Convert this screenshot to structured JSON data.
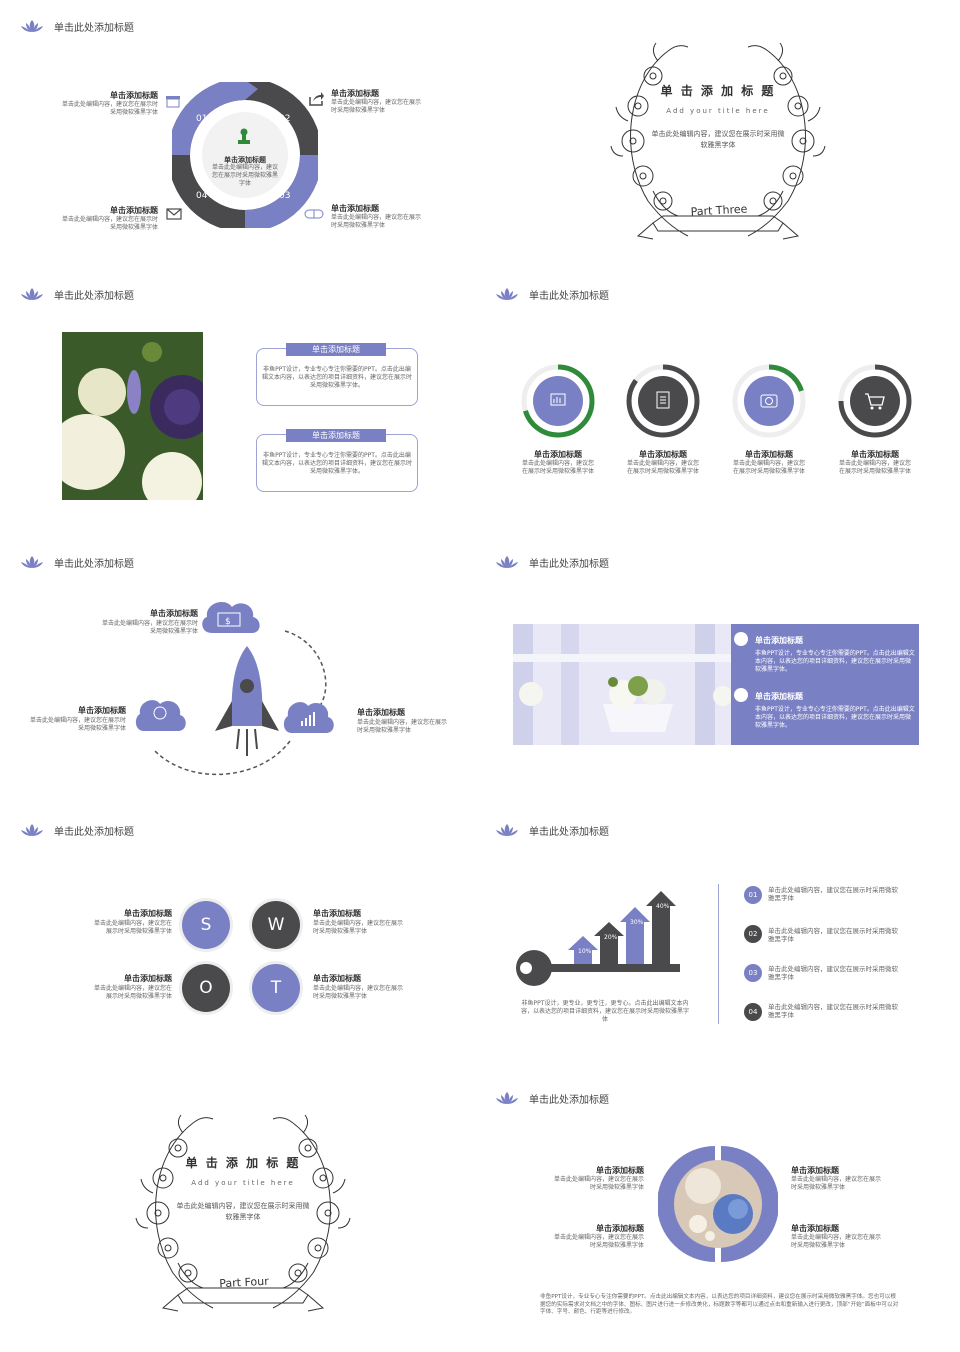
{
  "colors": {
    "accent": "#7a80c4",
    "dark": "#4a4a4c",
    "green": "#2f8a3a",
    "light": "#eeeeee"
  },
  "header_title": "单击此处添加标题",
  "s1": {
    "items": [
      {
        "title": "单击添加标题",
        "desc": "单击此处编辑内容，建议您在展示时采用微软雅黑字体"
      },
      {
        "title": "单击添加标题",
        "desc": "单击此处编辑内容，建议您在展示时采用微软雅黑字体"
      },
      {
        "title": "单击添加标题",
        "desc": "单击此处编辑内容，建议您在展示时采用微软雅黑字体"
      },
      {
        "title": "单击添加标题",
        "desc": "单击此处编辑内容，建议您在展示时采用微软雅黑字体"
      }
    ],
    "nums": [
      "01",
      "02",
      "03",
      "04"
    ],
    "center_title": "单击添加标题",
    "center_desc": "单击此处编辑内容，建议您在展示时采用微软雅黑字体"
  },
  "s2": {
    "title": "单 击 添 加 标 题",
    "subtitle": "Add your title here",
    "desc": "单击此处编辑内容，建议您在展示时采用微软雅黑字体",
    "ribbon": "Part Three"
  },
  "s3": {
    "boxes": [
      {
        "title": "单击添加标题",
        "desc": "非鱼PPT设计，专业专心专注你需要的PPT。点击此出编辑文本内容，以表达您的项目详细资料，建议您在展示时采用微软雅黑字体。"
      },
      {
        "title": "单击添加标题",
        "desc": "非鱼PPT设计，专业专心专注你需要的PPT。点击此出编辑文本内容，以表达您的项目详细资料，建议您在展示时采用微软雅黑字体。"
      }
    ]
  },
  "s4": {
    "items": [
      {
        "title": "单击添加标题",
        "desc": "单击此处编辑内容，建议您在展示时采用微软雅黑字体",
        "icon": "chart-icon",
        "progress": 0.7
      },
      {
        "title": "单击添加标题",
        "desc": "单击此处编辑内容，建议您在展示时采用微软雅黑字体",
        "icon": "document-icon",
        "progress": 0.85
      },
      {
        "title": "单击添加标题",
        "desc": "单击此处编辑内容，建议您在展示时采用微软雅黑字体",
        "icon": "camera-icon",
        "progress": 0.2
      },
      {
        "title": "单击添加标题",
        "desc": "单击此处编辑内容，建议您在展示时采用微软雅黑字体",
        "icon": "cart-icon",
        "progress": 0.75
      }
    ]
  },
  "s5": {
    "items": [
      {
        "title": "单击添加标题",
        "desc": "单击此处编辑内容，建议您在展示时采用微软雅黑字体"
      },
      {
        "title": "单击添加标题",
        "desc": "单击此处编辑内容，建议您在展示时采用微软雅黑字体"
      },
      {
        "title": "单击添加标题",
        "desc": "单击此处编辑内容，建议您在展示时采用微软雅黑字体"
      }
    ]
  },
  "s6": {
    "items": [
      {
        "title": "单击添加标题",
        "desc": "非鱼PPT设计，专业专心专注你需要的PPT。点击此出编辑文本内容，以表达您的项目详细资料，建议您在展示时采用微软雅黑字体。"
      },
      {
        "title": "单击添加标题",
        "desc": "非鱼PPT设计，专业专心专注你需要的PPT。点击此出编辑文本内容，以表达您的项目详细资料，建议您在展示时采用微软雅黑字体。"
      }
    ]
  },
  "s7": {
    "letters": [
      "S",
      "W",
      "O",
      "T"
    ],
    "items": [
      {
        "title": "单击添加标题",
        "desc": "单击此处编辑内容，建议您在展示时采用微软雅黑字体"
      },
      {
        "title": "单击添加标题",
        "desc": "单击此处编辑内容，建议您在展示时采用微软雅黑字体"
      },
      {
        "title": "单击添加标题",
        "desc": "单击此处编辑内容，建议您在展示时采用微软雅黑字体"
      },
      {
        "title": "单击添加标题",
        "desc": "单击此处编辑内容，建议您在展示时采用微软雅黑字体"
      }
    ]
  },
  "s8": {
    "bars": [
      "10%",
      "20%",
      "30%",
      "40%"
    ],
    "desc": "非鱼PPT设计，更专业，更专注，更专心。点击此出编辑文本内容，以表达您的项目详细资料，建议您在展示时采用微软雅黑字体",
    "list": [
      {
        "num": "01",
        "text": "单击此处编辑内容，建议您在展示时采用微软雅黑字体"
      },
      {
        "num": "02",
        "text": "单击此处编辑内容，建议您在展示时采用微软雅黑字体"
      },
      {
        "num": "03",
        "text": "单击此处编辑内容，建议您在展示时采用微软雅黑字体"
      },
      {
        "num": "04",
        "text": "单击此处编辑内容，建议您在展示时采用微软雅黑字体"
      }
    ]
  },
  "s9": {
    "title": "单 击 添 加 标 题",
    "subtitle": "Add your title here",
    "desc": "单击此处编辑内容，建议您在展示时采用微软雅黑字体",
    "ribbon": "Part Four"
  },
  "s10": {
    "items": [
      {
        "title": "单击添加标题",
        "desc": "单击此处编辑内容，建议您在展示时采用微软雅黑字体"
      },
      {
        "title": "单击添加标题",
        "desc": "单击此处编辑内容，建议您在展示时采用微软雅黑字体"
      },
      {
        "title": "单击添加标题",
        "desc": "单击此处编辑内容，建议您在展示时采用微软雅黑字体"
      },
      {
        "title": "单击添加标题",
        "desc": "单击此处编辑内容，建议您在展示时采用微软雅黑字体"
      }
    ],
    "footer": "非鱼PPT设计，专业专心专注你需要的PPT。点击此出编辑文本内容，以表达您的项目详细资料，建议您在展示时采用微软雅黑字体。您也可以根据您的实际需求对文档之中的字体、图标、图片进行进一步修改美化，标题数字等都可以通过点击和重新输入进行更改，顶部“开始”面板中可以对字体、字号、颜色、行距等进行修改。"
  }
}
